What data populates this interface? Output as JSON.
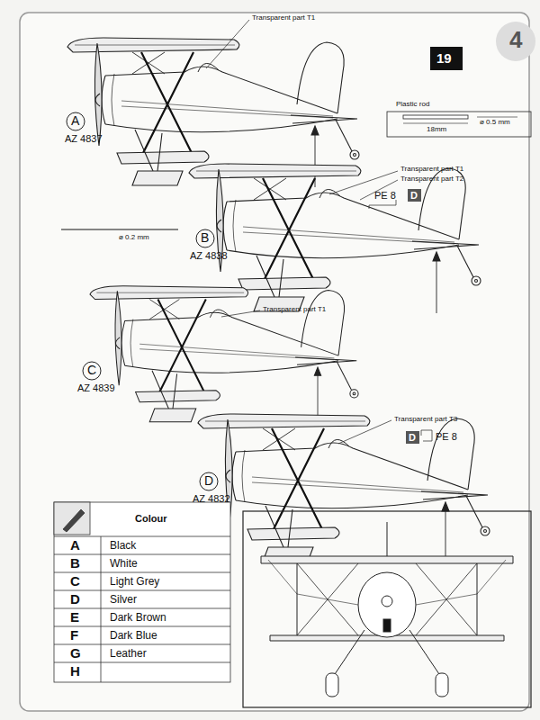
{
  "diagram": {
    "labels": [
      "19",
      "4",
      "Transparent part T1",
      "A",
      "AZ 4837",
      "Plastic rod",
      "⌀ 0.5 mm",
      "18mm",
      "Transparent part T1",
      "Transparent part T2",
      "PE 8",
      "D",
      "⌀ 0.2 mm",
      "B",
      "AZ 4838",
      "Transparent part T1",
      "C",
      "AZ 4839",
      "Transparent part T3",
      "D",
      "PE 8",
      "D",
      "AZ 4832",
      "Colour",
      "A",
      "Black",
      "B",
      "White",
      "C",
      "Light Grey",
      "D",
      "Silver",
      "E",
      "Dark Brown",
      "F",
      "Dark Blue",
      "G",
      "Leather",
      "H"
    ]
  }
}
